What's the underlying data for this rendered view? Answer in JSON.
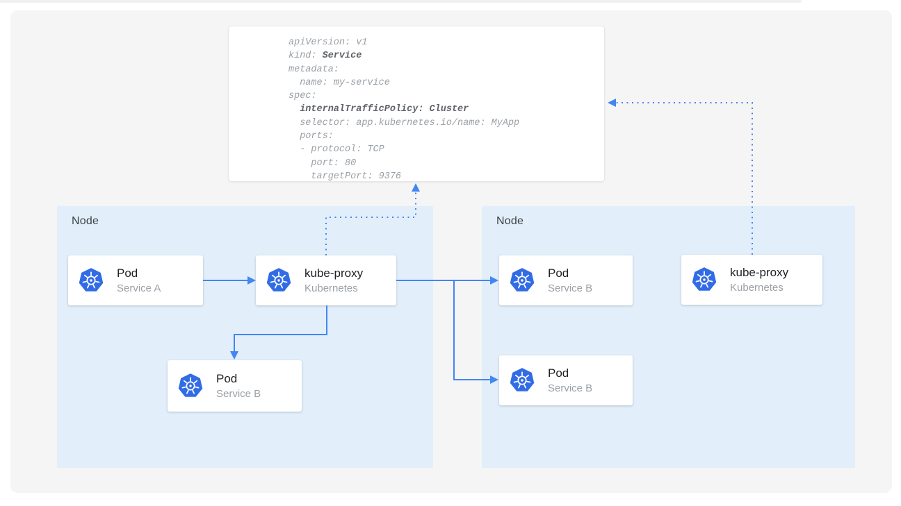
{
  "colors": {
    "accent": "#4285F4",
    "kubernetes_blue": "#326CE5",
    "node_background": "#E2EFFB",
    "canvas_background": "#F5F5F5"
  },
  "yaml_card": {
    "lines": [
      [
        {
          "t": "apiVersion: v1",
          "b": false
        }
      ],
      [
        {
          "t": "kind: ",
          "b": false
        },
        {
          "t": "Service",
          "b": true
        }
      ],
      [
        {
          "t": "metadata:",
          "b": false
        }
      ],
      [
        {
          "t": "  name: my-service",
          "b": false
        }
      ],
      [
        {
          "t": "spec:",
          "b": false
        }
      ],
      [
        {
          "t": "  ",
          "b": false
        },
        {
          "t": "internalTrafficPolicy: Cluster",
          "b": true
        }
      ],
      [
        {
          "t": "  selector: app.kubernetes.io/name: MyApp",
          "b": false
        }
      ],
      [
        {
          "t": "  ports:",
          "b": false
        }
      ],
      [
        {
          "t": "  - protocol: TCP",
          "b": false
        }
      ],
      [
        {
          "t": "    port: 80",
          "b": false
        }
      ],
      [
        {
          "t": "    targetPort: 9376",
          "b": false
        }
      ]
    ]
  },
  "nodes": [
    {
      "label": "Node",
      "cards": [
        {
          "title": "Pod",
          "subtitle": "Service A"
        },
        {
          "title": "kube-proxy",
          "subtitle": "Kubernetes"
        },
        {
          "title": "Pod",
          "subtitle": "Service B"
        }
      ]
    },
    {
      "label": "Node",
      "cards": [
        {
          "title": "Pod",
          "subtitle": "Service B"
        },
        {
          "title": "Pod",
          "subtitle": "Service B"
        },
        {
          "title": "kube-proxy",
          "subtitle": "Kubernetes"
        }
      ]
    }
  ]
}
